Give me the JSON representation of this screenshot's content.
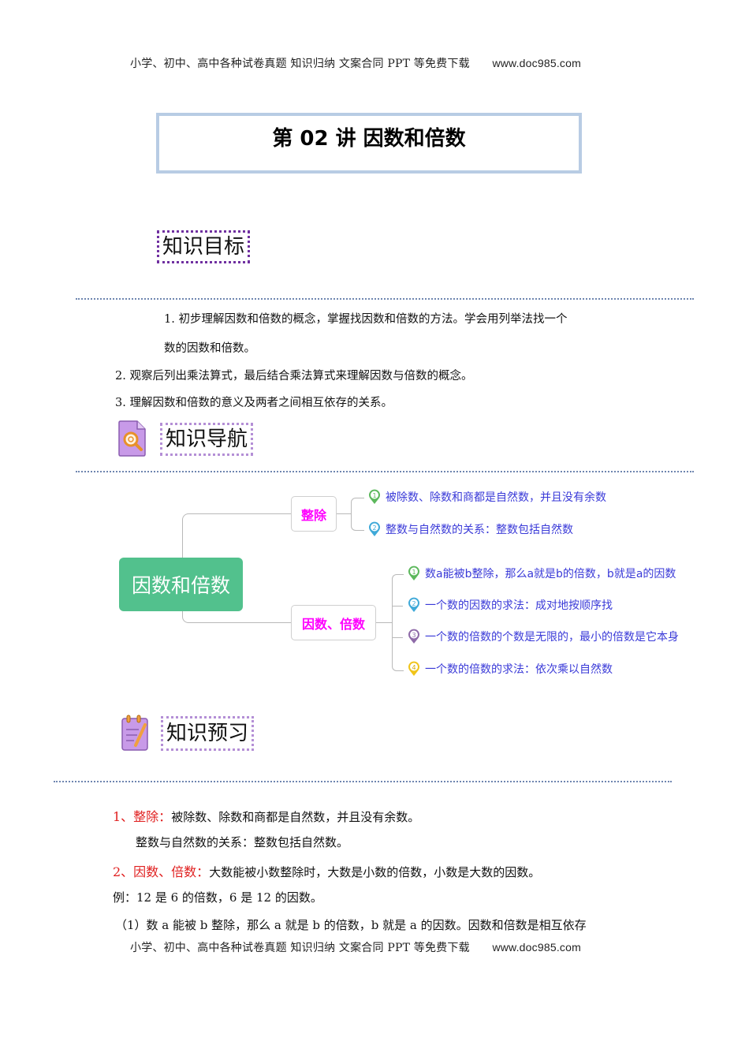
{
  "header": {
    "text": "小学、初中、高中各种试卷真题  知识归纳  文案合同  PPT 等免费下载",
    "url": "www.doc985.com"
  },
  "title": "第 02 讲   因数和倍数",
  "sections": {
    "goals": {
      "label": "知识目标",
      "items": [
        "1. 初步理解因数和倍数的概念，掌握找因数和倍数的方法。学会用列举法找一个",
        "数的因数和倍数。",
        "2. 观察后列出乘法算式，最后结合乘法算式来理解因数与倍数的概念。",
        "3. 理解因数和倍数的意义及两者之间相互依存的关系。"
      ]
    },
    "navigation": {
      "label": "知识导航",
      "icon": "magnifier-document-icon"
    },
    "preview": {
      "label": "知识预习",
      "icon": "notepad-pencil-icon"
    }
  },
  "mindmap": {
    "root": "因数和倍数",
    "colors": {
      "root": "#52c18d",
      "branch_text": "#ff00ff",
      "leaf_text": "#3a3ad8",
      "line": "#b9b9b9"
    },
    "branches": [
      {
        "label": "整除",
        "leaves": [
          {
            "num": "1",
            "color": "#5cb85c",
            "text": "被除数、除数和商都是自然数，并且没有余数"
          },
          {
            "num": "2",
            "color": "#3fa9d8",
            "text": "整数与自然数的关系：整数包括自然数"
          }
        ]
      },
      {
        "label": "因数、倍数",
        "leaves": [
          {
            "num": "1",
            "color": "#5cb85c",
            "text": "数a能被b整除，那么a就是b的倍数，b就是a的因数"
          },
          {
            "num": "2",
            "color": "#3fa9d8",
            "text": "一个数的因数的求法：成对地按顺序找"
          },
          {
            "num": "3",
            "color": "#8e6aa8",
            "text": "一个数的倍数的个数是无限的，最小的倍数是它本身"
          },
          {
            "num": "4",
            "color": "#f0c419",
            "text": "一个数的倍数的求法：依次乘以自然数"
          }
        ]
      }
    ]
  },
  "preview_content": {
    "item1": {
      "label": "1、整除：",
      "text": "被除数、除数和商都是自然数，并且没有余数。"
    },
    "item1_sub": "整数与自然数的关系：整数包括自然数。",
    "item2": {
      "label": "2、因数、倍数：",
      "text": "大数能被小数整除时，大数是小数的倍数，小数是大数的因数。"
    },
    "example": "例：12 是 6 的倍数，6 是 12 的因数。",
    "note1": "（1）数 a 能被 b 整除，那么 a 就是 b 的倍数，b 就是 a 的因数。因数和倍数是相互依存"
  },
  "footer": {
    "text": "小学、初中、高中各种试卷真题  知识归纳  文案合同  PPT 等免费下载",
    "url": "www.doc985.com"
  }
}
